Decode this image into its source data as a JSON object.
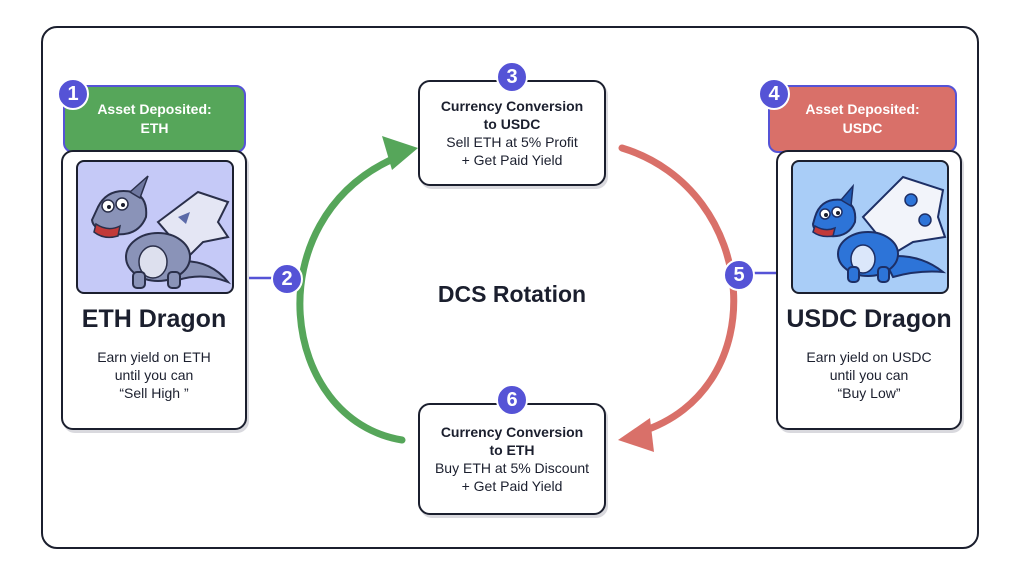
{
  "center_title": "DCS Rotation",
  "colors": {
    "accent": "#5553d6",
    "green": "#56a65a",
    "red": "#d97069",
    "eth_dragon_bg": "#c5c9f7",
    "usdc_dragon_bg": "#a9cdf7",
    "border": "#1b1f2e"
  },
  "steps": {
    "s1": "1",
    "s2": "2",
    "s3": "3",
    "s4": "4",
    "s5": "5",
    "s6": "6"
  },
  "eth": {
    "tag_line1": "Asset Deposited:",
    "tag_line2": "ETH",
    "name": "ETH Dragon",
    "desc_line1": "Earn yield on ETH",
    "desc_line2": "until you can",
    "desc_line3": "“Sell High ”",
    "image_icon": "eth-dragon-illustration"
  },
  "usdc": {
    "tag_line1": "Asset Deposited:",
    "tag_line2": "USDC",
    "name": "USDC Dragon",
    "desc_line1": "Earn yield on USDC",
    "desc_line2": "until you can",
    "desc_line3": "“Buy Low”",
    "image_icon": "usdc-dragon-illustration"
  },
  "conv_usdc": {
    "title_line1": "Currency Conversion",
    "title_line2": "to USDC",
    "line3": "Sell ETH at 5% Profit",
    "line4": "+ Get Paid Yield"
  },
  "conv_eth": {
    "title_line1": "Currency Conversion",
    "title_line2": "to ETH",
    "line3": "Buy ETH at 5% Discount",
    "line4": "+ Get Paid Yield"
  }
}
